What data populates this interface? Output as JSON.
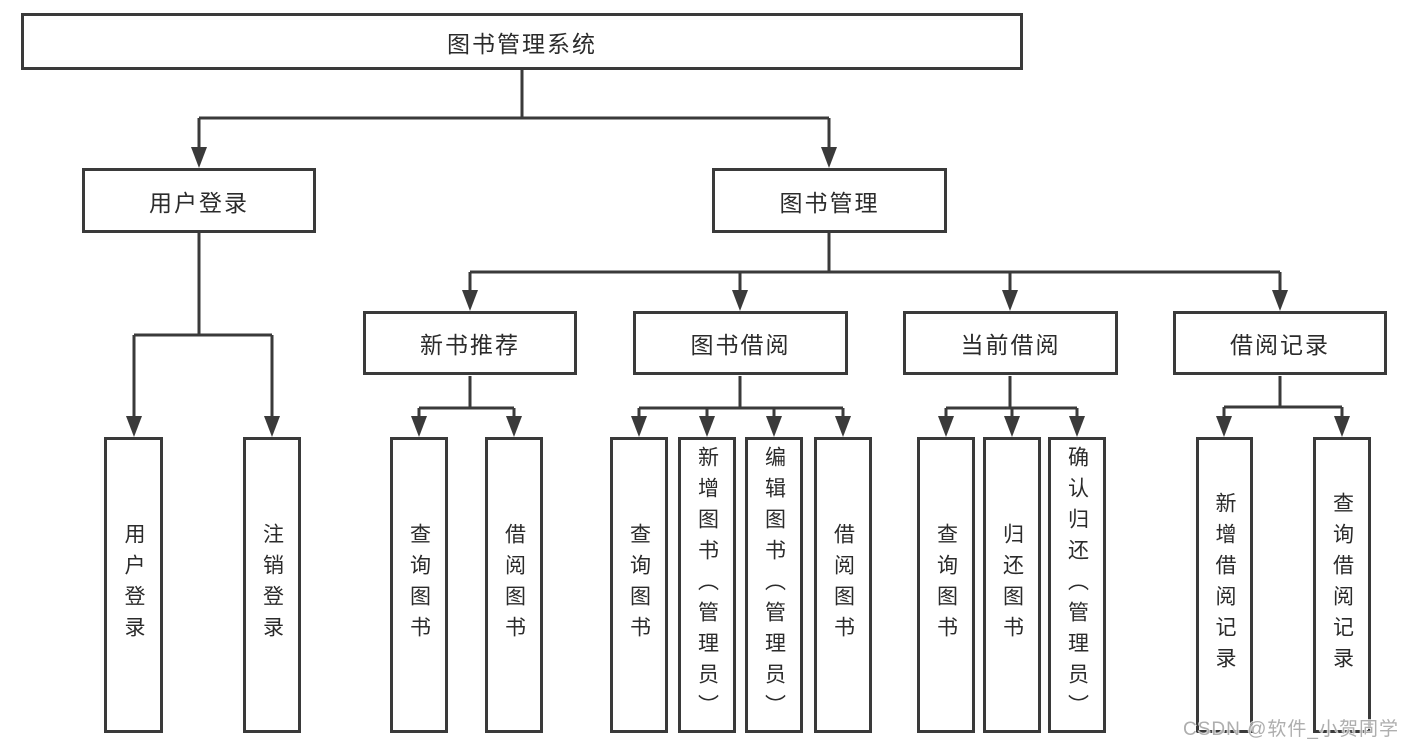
{
  "nodes": {
    "root": "图书管理系统",
    "user_login": "用户登录",
    "book_mgmt": "图书管理",
    "new_book_rec": "新书推荐",
    "book_borrow": "图书借阅",
    "current_borrow": "当前借阅",
    "borrow_records": "借阅记录",
    "ul_user_login": "用户登录",
    "ul_logout": "注销登录",
    "nb_query_book": "查询图书",
    "nb_borrow_book": "借阅图书",
    "bb_query_book": "查询图书",
    "bb_add_book": "新增图书（管理员）",
    "bb_edit_book": "编辑图书（管理员）",
    "bb_borrow_book": "借阅图书",
    "cb_query_book": "查询图书",
    "cb_return_book": "归还图书",
    "cb_confirm_return": "确认归还（管理员）",
    "br_add_record": "新增借阅记录",
    "br_query_record": "查询借阅记录"
  },
  "watermark": "CSDN @软件_小贺同学",
  "colors": {
    "line": "#3a3a3a",
    "box_border": "#3a3a3a",
    "text": "#2b2b2b",
    "watermark": "#aeaeae",
    "background": "#ffffff"
  }
}
